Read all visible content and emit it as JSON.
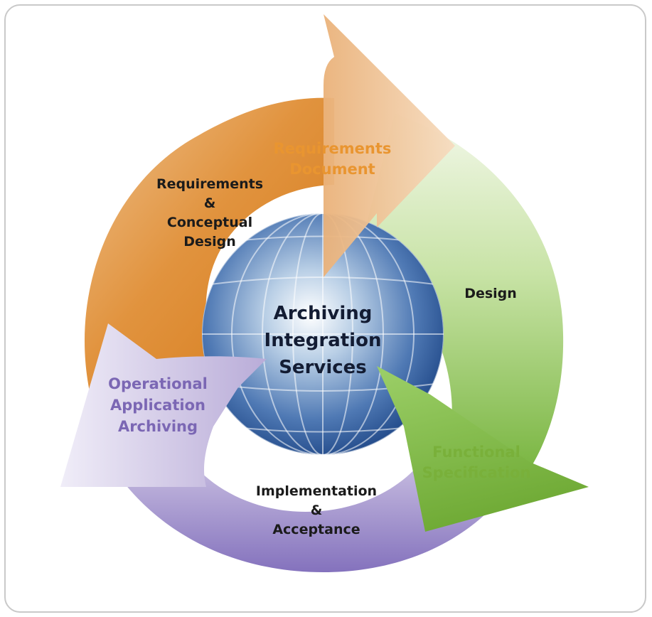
{
  "diagram": {
    "center": {
      "lines": [
        "Archiving",
        "Integration",
        "Services"
      ]
    },
    "phases": [
      {
        "id": "requirements-phase",
        "lines": [
          "Requirements",
          "&",
          "Conceptual",
          "Design"
        ],
        "color": "#e0872e"
      },
      {
        "id": "design-phase",
        "lines": [
          "Design"
        ],
        "color": "#8ec655"
      },
      {
        "id": "implementation-phase",
        "lines": [
          "Implementation",
          "&",
          "Acceptance"
        ],
        "color": "#8f7bc0"
      }
    ],
    "outputs": [
      {
        "id": "requirements-document",
        "lines": [
          "Requirements",
          "Document"
        ],
        "color": "#e99530"
      },
      {
        "id": "functional-specification",
        "lines": [
          "Functional",
          "Specification"
        ],
        "color": "#79b03a"
      },
      {
        "id": "operational-application-archiving",
        "lines": [
          "Operational",
          "Application",
          "Archiving"
        ],
        "color": "#7b67b4"
      }
    ]
  }
}
